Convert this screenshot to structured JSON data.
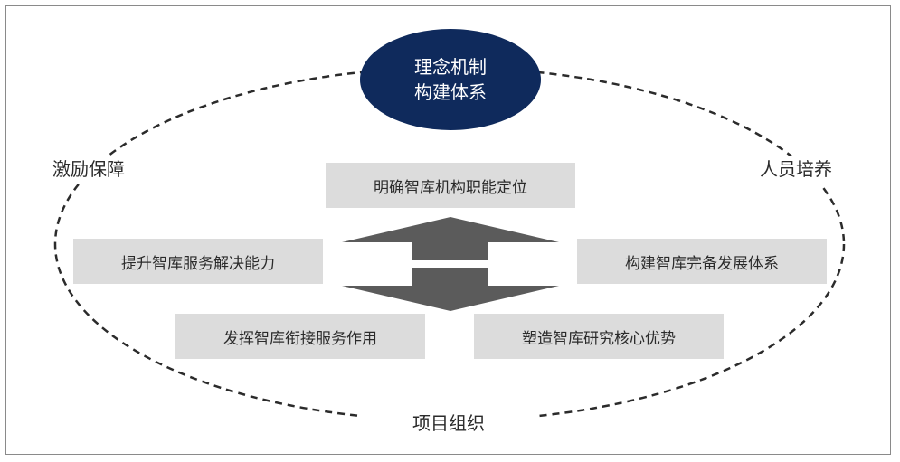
{
  "center": {
    "line1": "理念机制",
    "line2": "构建体系"
  },
  "side_labels": {
    "left": "激励保障",
    "right": "人员培养",
    "bottom": "项目组织"
  },
  "boxes": {
    "top": "明确智库机构职能定位",
    "left": "提升智库服务解决能力",
    "right": "构建智库完备发展体系",
    "bottom_left": "发挥智库衔接服务作用",
    "bottom_right": "塑造智库研究核心优势"
  },
  "colors": {
    "ellipse_fill": "#0f2a5c",
    "box_fill": "#dcdcdc",
    "arrow_fill": "#5b5b5b",
    "dash_stroke": "#2b2b2b"
  }
}
